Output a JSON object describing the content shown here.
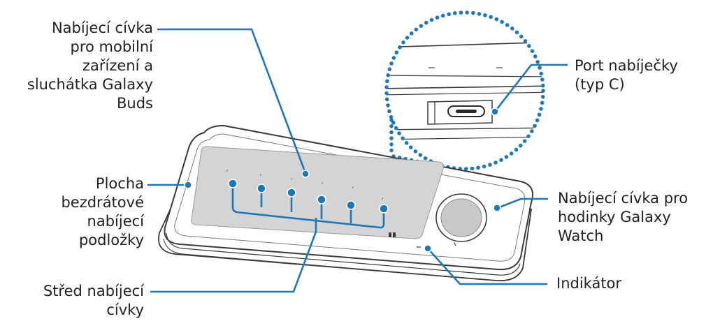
{
  "labels": {
    "coil_mobile": "Nabíjecí cívka\npro mobilní\nzařízení a\nsluchátka Galaxy\nBuds",
    "pad_surface": "Plocha\nbezdrátové\nnabíjecí\npodložky",
    "coil_center": "Střed nabíjecí\ncívky",
    "port": "Port nabíječky\n(typ C)",
    "coil_watch": "Nabíjecí cívka pro\nhodinky Galaxy\nWatch",
    "indicator": "Indikátor"
  },
  "colors": {
    "callout": "#1f77b4",
    "outline": "#3a3a3a",
    "pad_fill": "#d4d4d4",
    "text": "#231f20"
  }
}
